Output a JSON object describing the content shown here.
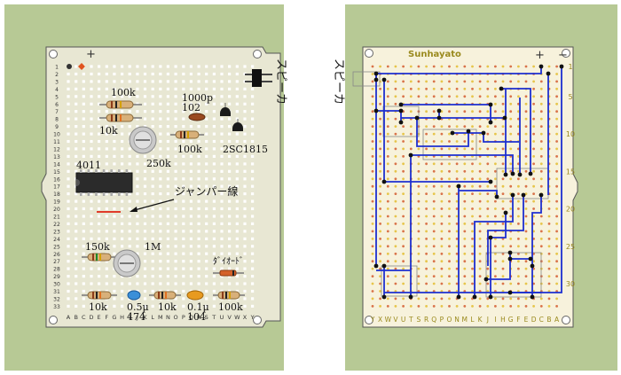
{
  "colors": {
    "left_bg": "#b7c995",
    "board": "#e8e7d3",
    "board_right": "#f7f2dc",
    "hole": "#ffffff",
    "hole_dot_red": "#d9734a",
    "hole_dot_yellow": "#e6c54a",
    "wire": "#1d2fd0",
    "jumper": "#e03b2a",
    "row_num": "#333333",
    "row_num_right": "#9a8a1e",
    "brand": "#9a8a1e"
  },
  "left_board": {
    "plus_label": "+",
    "row_numbers": [
      "1",
      "2",
      "3",
      "4",
      "5",
      "6",
      "7",
      "8",
      "9",
      "10",
      "11",
      "12",
      "13",
      "14",
      "15",
      "16",
      "17",
      "18",
      "19",
      "20",
      "21",
      "22",
      "23",
      "24",
      "25",
      "26",
      "27",
      "28",
      "29",
      "30",
      "31",
      "32",
      "33"
    ],
    "column_letters": [
      "A",
      "B",
      "C",
      "D",
      "E",
      "F",
      "G",
      "H",
      "I",
      "J",
      "K",
      "L",
      "M",
      "N",
      "O",
      "P",
      "Q",
      "R",
      "S",
      "T",
      "U",
      "V",
      "W",
      "X",
      "Y"
    ],
    "labels": {
      "r100k_top": "100k",
      "r10k_top": "10k",
      "cap_1000p": "1000p",
      "cap_102": "102",
      "r100k_mid": "100k",
      "transistor": "2SC1815",
      "vr250k": "250k",
      "ic4011": "4011",
      "jumper": "ジャンパー線",
      "r150k": "150k",
      "vr1m": "1M",
      "diode": "ﾀﾞｲｵｰﾄﾞ",
      "b_10k_1": "10k",
      "b_05u": "0.5µ",
      "b_474": "474",
      "b_10k_2": "10k",
      "b_01u": "0.1µ",
      "b_104": "104",
      "b_100k": "100k",
      "speaker": "スピーカ"
    }
  },
  "right_board": {
    "brand": "Sunhayato",
    "plus_label": "+",
    "minus_label": "−",
    "speaker": "スピーカ",
    "row_numbers": [
      "1",
      "5",
      "10",
      "15",
      "20",
      "25",
      "30"
    ],
    "column_letters": [
      "Y",
      "X",
      "W",
      "V",
      "U",
      "T",
      "S",
      "R",
      "Q",
      "P",
      "O",
      "N",
      "M",
      "L",
      "K",
      "J",
      "I",
      "H",
      "G",
      "F",
      "E",
      "D",
      "C",
      "B",
      "A"
    ]
  }
}
